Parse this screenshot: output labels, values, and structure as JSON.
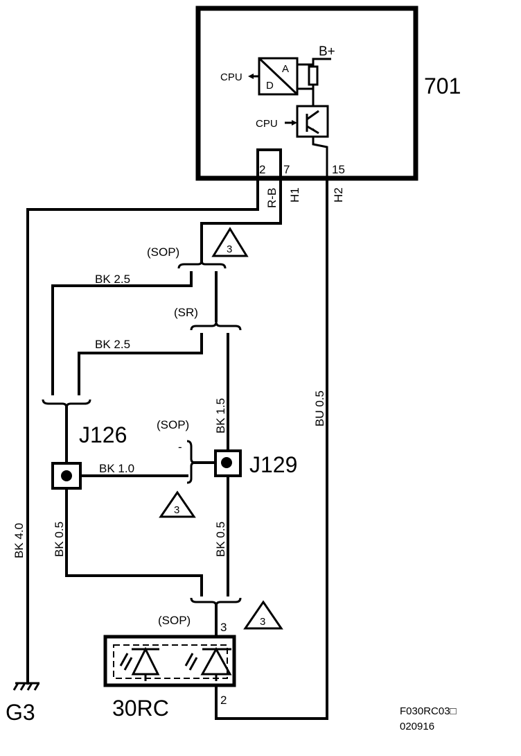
{
  "components": {
    "ecu": "701",
    "connector_j126": "J126",
    "connector_j129": "J129",
    "lamp": "30RC",
    "ground": "G3"
  },
  "ecu_internals": {
    "cpu_out": "CPU",
    "cpu_in": "CPU",
    "ad_a": "A",
    "ad_d": "D",
    "supply": "B+"
  },
  "pins": {
    "ecu_pin2": "2",
    "ecu_pin7": "7",
    "ecu_pin15": "15",
    "lamp_pin3": "3",
    "lamp_pin2": "2"
  },
  "wire_labels": {
    "rb": "R-B",
    "h1": "H1",
    "h2": "H2",
    "bk25_a": "BK   2.5",
    "bk25_b": "BK   2.5",
    "bk15": "BK   1.5",
    "bu05": "BU   0.5",
    "bk10": "BK    1.0",
    "bk40": "BK   4.0",
    "bk05_left": "BK   0.5",
    "bk05_right": "BK   0.5"
  },
  "splice_labels": {
    "sop1": "(SOP)",
    "sr": "(SR)",
    "sop2": "(SOP)",
    "sop3": "(SOP)"
  },
  "notes": {
    "tri": "3",
    "minus": "-"
  },
  "footer": {
    "code": "F030RC03□",
    "date": "020916"
  }
}
